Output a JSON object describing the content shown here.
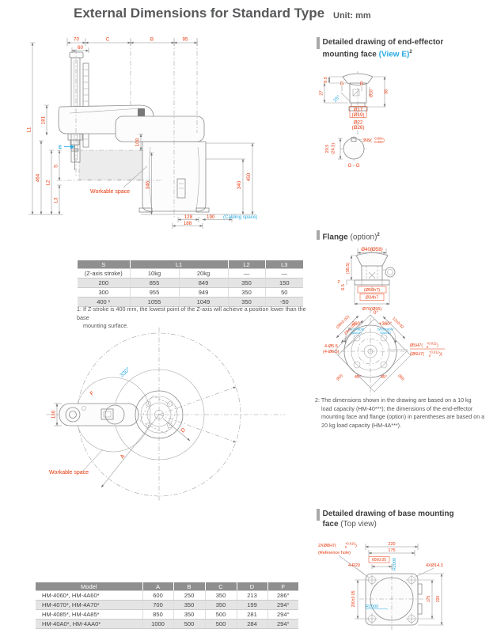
{
  "page": {
    "title": "External Dimensions for Standard Type",
    "unit": "Unit: mm"
  },
  "sv": {
    "t70": "70",
    "t60": "60",
    "tC": "C",
    "tB": "B",
    "t95": "95",
    "L1": "L1",
    "t181": "181",
    "t464": "464",
    "L2": "L2",
    "S": "S",
    "L3": "L3",
    "t100": "100",
    "t346": "346",
    "t450": "450",
    "t340": "340",
    "t128": "128",
    "t188": "188",
    "t190": "190",
    "cab": "(Cabling space)",
    "E": "E",
    "ws": "Workable space"
  },
  "tv": {
    "a330": "330°",
    "t130": "130",
    "F": "F",
    "A": "A",
    "D": "D",
    "ws": "Workable space"
  },
  "hd1": {
    "l1": "Detailed drawing of end-effector",
    "l2": "mounting face",
    "ve": "(View E)",
    "sup": "2"
  },
  "ee": {
    "t85": "8.5",
    "t27": "27",
    "t38": "38",
    "d10": "Ø10",
    "a25": "25°",
    "G1": "G",
    "G2": "G",
    "d17": "Ø17",
    "d19": "(Ø19)",
    "d22": "Ø22",
    "d26": "(Ø26)",
    "key": "3N9(",
    "kt": "-0.004",
    "kb": "-0.029",
    "kc": ")",
    "t205": "20.5",
    "t245": "(24.5)",
    "gg": "G - G"
  },
  "fl": {
    "h": "Flange",
    "opt": "(option)",
    "sup": "2",
    "d40": "Ø40(Ø58)",
    "t365": "(36.5)",
    "t2": "2",
    "t65": "6.5",
    "d50": "(Ø50h7)",
    "d34": "Ø34h7",
    "d70": "Ø70(Ø95)"
  },
  "ft": {
    "a0": "0°",
    "m360": "-360°",
    "p360": "+360°",
    "wsa": "(Workable",
    "wsb": "space)",
    "d38": "(38±0.02)",
    "d28": "28±0.02",
    "d12": "12±0.02",
    "h55": "4-Ø5.5",
    "h65": "(4-Ø6.5)",
    "p5": "Ø5H7(",
    "p5t": "+0.012",
    "p5b": "0",
    "p5c": ")",
    "p6": "(Ø6H7(",
    "p6t": "+0.012",
    "p6b": "0",
    "p6c": "))",
    "e80": "(80)",
    "a45l": "45°",
    "a45r": "45°"
  },
  "n2": {
    "l1": "2: The dimensions shown in the drawing are based on a 10 kg",
    "l2": "load capacity (HM-40***); the dimensions of the end-effector",
    "l3": "mounting face and flange (option) in parentheses are based on a",
    "l4": "20 kg load capacity (HM-4A***)."
  },
  "bm": {
    "h1": "Detailed drawing of base mounting",
    "h2": "face",
    "tv": "(Top view)"
  },
  "bmv": {
    "ref": "2XØ8H7(",
    "reft": "+0.015",
    "refb": "0",
    "refc": ")",
    "refh": "(Reference hole)",
    "r20": "4-R20",
    "t220": "220",
    "t175": "175",
    "t60": "60±0.05",
    "r2v": "R2000",
    "d143": "4XØ14.3",
    "t200": "200±0.05",
    "r2h": "R2000",
    "t175r": "175",
    "t220r": "220"
  },
  "st": {
    "hs": "S",
    "hl1": "L1",
    "hl2": "L2",
    "hl3": "L3",
    "sub": [
      "(Z-axis stroke)",
      "10kg",
      "20kg",
      "—",
      "—"
    ],
    "rows": [
      [
        "200",
        "855",
        "849",
        "350",
        "150"
      ],
      [
        "300",
        "955",
        "949",
        "350",
        "50"
      ],
      [
        "400 ¹",
        "1055",
        "1049",
        "350",
        "-50"
      ]
    ],
    "fn1": "1: If Z-stroke is 400 mm, the lowest point of the Z-axis will achieve a position lower than the base",
    "fn2": "mounting surface."
  },
  "mt": {
    "h": [
      "Model",
      "A",
      "B",
      "C",
      "D",
      "F"
    ],
    "rows": [
      [
        "HM-4060*, HM-4A60*",
        "600",
        "250",
        "350",
        "213",
        "286°"
      ],
      [
        "HM-4070*, HM-4A70*",
        "700",
        "350",
        "350",
        "199",
        "294°"
      ],
      [
        "HM-4085*, HM-4A85*",
        "850",
        "350",
        "500",
        "281",
        "294°"
      ],
      [
        "HM-40A0*, HM-4AA0*",
        "1000",
        "500",
        "500",
        "284",
        "294°"
      ]
    ]
  }
}
